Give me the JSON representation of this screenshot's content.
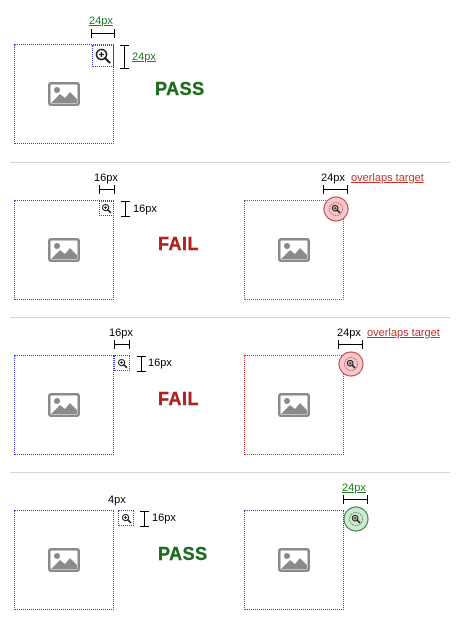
{
  "colors": {
    "pass": "#1f6b1f",
    "fail": "#b02222",
    "target_border": "#3b3bd6",
    "overlap_border": "#c83a3a",
    "red_circle_fill": "#f3c9cf",
    "green_circle_fill": "#cfe8d1"
  },
  "icons": {
    "target_image": "image-placeholder-icon",
    "small_target": "zoom-in-icon"
  },
  "examples": [
    {
      "verdict": "PASS",
      "width_label": "24px",
      "height_label": "24px"
    },
    {
      "verdict": "FAIL",
      "width_label": "16px",
      "height_label": "16px",
      "circle_label": "24px",
      "overlap_label": "overlaps target"
    },
    {
      "verdict": "FAIL",
      "width_label": "16px",
      "height_label": "16px",
      "circle_label": "24px",
      "overlap_label": "overlaps target"
    },
    {
      "verdict": "PASS",
      "spacing_label": "4px",
      "height_label": "16px",
      "circle_label": "24px"
    }
  ]
}
